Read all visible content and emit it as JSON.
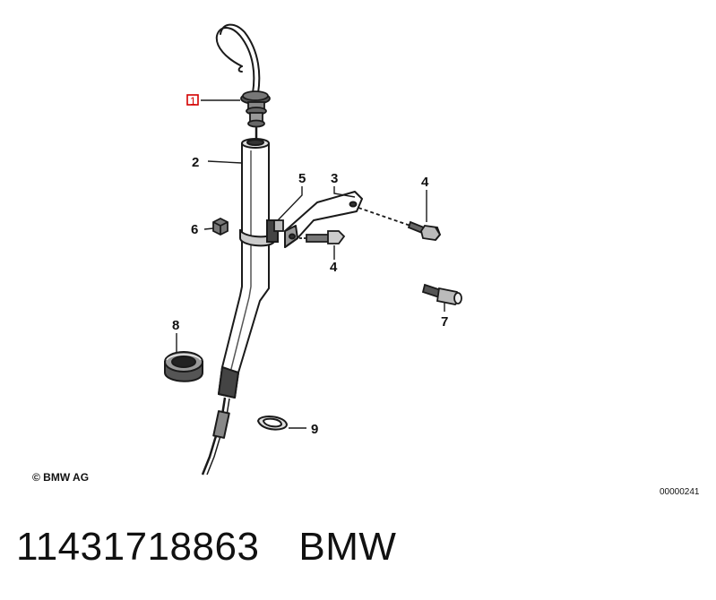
{
  "callouts": {
    "n1": "1",
    "n2": "2",
    "n3": "3",
    "n4a": "4",
    "n4b": "4",
    "n5": "5",
    "n6": "6",
    "n7": "7",
    "n8": "8",
    "n9": "9"
  },
  "copyright": "© BMW AG",
  "doc_id": "00000241",
  "caption": {
    "part_number": "11431718863",
    "brand": "BMW"
  },
  "colors": {
    "line": "#1a1a1a",
    "highlight": "#d40000",
    "background": "#ffffff"
  }
}
